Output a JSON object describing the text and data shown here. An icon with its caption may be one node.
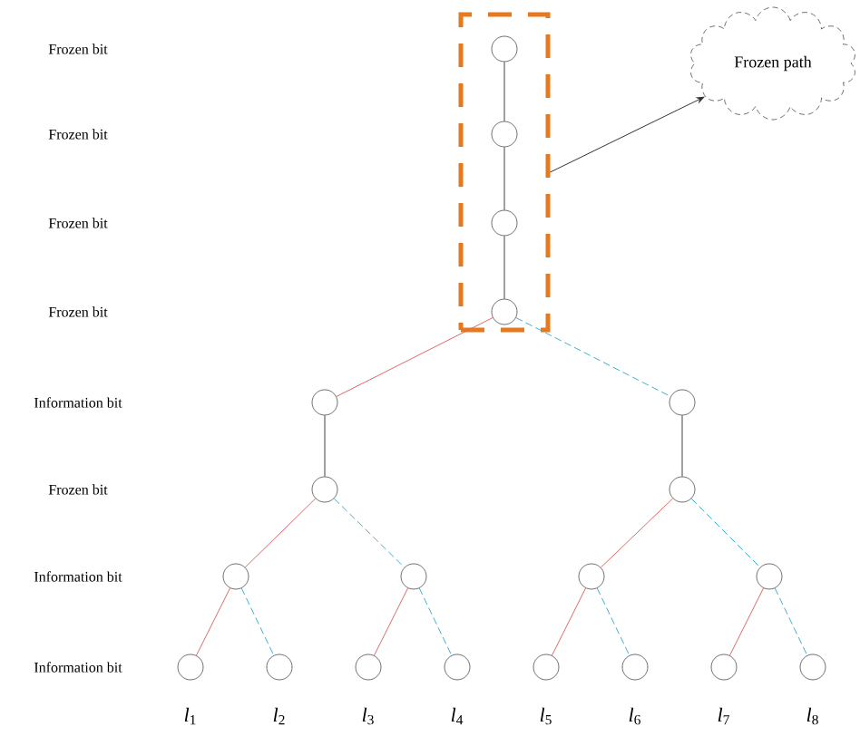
{
  "diagram": {
    "nodes": [
      {
        "text": [],
        "shape": "box"
      },
      {
        "text": [
          "Frozen path"
        ]
      },
      {
        "text": [],
        "shape": "circle",
        "in": 0
      },
      {
        "text": [],
        "shape": "circle",
        "in": 0
      },
      {
        "text": [],
        "shape": "circle",
        "in": 0
      },
      {
        "text": [],
        "shape": "circle",
        "in": 0
      },
      {
        "text": [],
        "shape": "circle"
      },
      {
        "text": [],
        "shape": "circle"
      },
      {
        "text": [],
        "shape": "circle"
      },
      {
        "text": [],
        "shape": "circle"
      },
      {
        "text": [],
        "shape": "circle"
      },
      {
        "text": [],
        "shape": "circle"
      },
      {
        "text": [],
        "shape": "circle"
      },
      {
        "text": [],
        "shape": "circle"
      },
      {
        "text": [],
        "shape": "circle",
        "beside": [
          "*l*$_{1}$"
        ]
      },
      {
        "text": [],
        "shape": "circle",
        "beside": [
          "*l*$_{2}$"
        ]
      },
      {
        "text": [],
        "shape": "circle",
        "beside": [
          "*l*$_{3}$"
        ]
      },
      {
        "text": [],
        "shape": "circle",
        "beside": [
          "*l*$_{4}$"
        ]
      },
      {
        "text": [],
        "shape": "circle",
        "beside": [
          "*l*$_{5}$"
        ]
      },
      {
        "text": [],
        "shape": "circle",
        "beside": [
          "*l*$_{6}$"
        ]
      },
      {
        "text": [],
        "shape": "circle",
        "beside": [
          "*l*$_{7}$"
        ]
      },
      {
        "text": [],
        "shape": "circle",
        "beside": [
          "*l*$_{8}$"
        ]
      }
    ],
    "edges": [
      {
        "from": 0,
        "to": 1,
        "arrow": "to",
        "color": "#333333"
      },
      {
        "from": 2,
        "to": 3,
        "arrow": "none",
        "color": "#404040"
      },
      {
        "from": 3,
        "to": 4,
        "arrow": "none",
        "color": "#404040"
      },
      {
        "from": 4,
        "to": 5,
        "arrow": "none",
        "color": "#404040"
      },
      {
        "from": 5,
        "to": 6,
        "arrow": "none",
        "color": "#e06666"
      },
      {
        "from": 5,
        "to": 7,
        "arrow": "none",
        "style": "dashed",
        "color": "#3fb0d0"
      },
      {
        "from": 6,
        "to": 8,
        "arrow": "none",
        "color": "#404040"
      },
      {
        "from": 7,
        "to": 9,
        "arrow": "none",
        "color": "#404040"
      },
      {
        "from": 8,
        "to": 10,
        "arrow": "none",
        "color": "#e06666"
      },
      {
        "from": 8,
        "to": 11,
        "arrow": "none",
        "style": "dashed",
        "color": "#3fb0d0"
      },
      {
        "from": 9,
        "to": 12,
        "arrow": "none",
        "color": "#e06666"
      },
      {
        "from": 9,
        "to": 13,
        "arrow": "none",
        "style": "dashed",
        "color": "#3fb0d0"
      },
      {
        "from": 10,
        "to": 14,
        "arrow": "none",
        "color": "#e06666"
      },
      {
        "from": 10,
        "to": 15,
        "arrow": "none",
        "style": "dashed",
        "color": "#3fb0d0"
      },
      {
        "from": 11,
        "to": 16,
        "arrow": "none",
        "color": "#e06666"
      },
      {
        "from": 11,
        "to": 17,
        "arrow": "none",
        "style": "dashed",
        "color": "#3fb0d0"
      },
      {
        "from": 12,
        "to": 18,
        "arrow": "none",
        "color": "#e06666"
      },
      {
        "from": 12,
        "to": 19,
        "arrow": "none",
        "style": "dashed",
        "color": "#3fb0d0"
      },
      {
        "from": 13,
        "to": 20,
        "arrow": "none",
        "color": "#e06666"
      },
      {
        "from": 13,
        "to": 21,
        "arrow": "none",
        "style": "dashed",
        "color": "#3fb0d0"
      }
    ],
    "labels": [
      "Frozen bit",
      "Frozen bit",
      "Frozen bit",
      "Frozen bit",
      "Information bit",
      "Frozen bit",
      "Information bit",
      "Information bit"
    ]
  }
}
